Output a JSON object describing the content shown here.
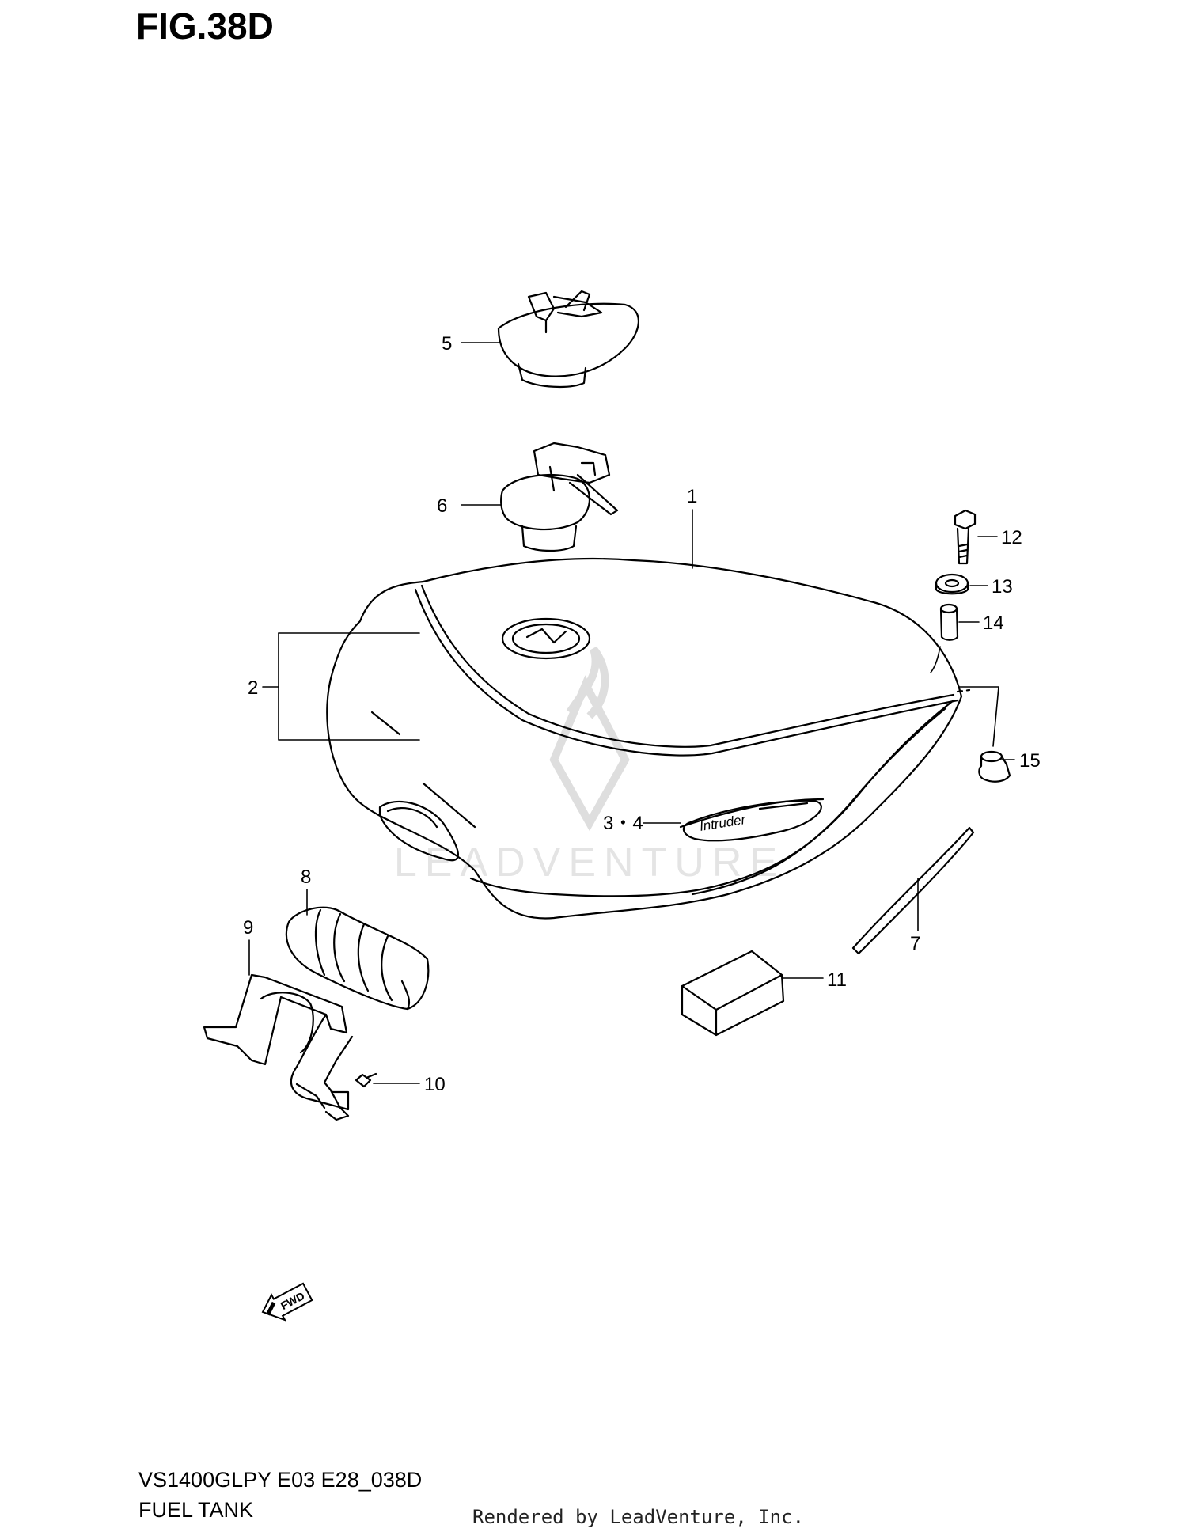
{
  "figure": {
    "title": "FIG.38D",
    "model_code": "VS1400GLPY E03 E28_038D",
    "section_name": "FUEL TANK",
    "rendered_by": "Rendered by LeadVenture, Inc.",
    "watermark": "LEADVENTURE",
    "badge_text": "Intruder",
    "fwd_label": "FWD"
  },
  "callouts": [
    {
      "id": "fuel-tank",
      "label": "1"
    },
    {
      "id": "tank-stripe",
      "label": "2"
    },
    {
      "id": "emblem",
      "label": "3・4"
    },
    {
      "id": "cap-5",
      "label": "5"
    },
    {
      "id": "cap-6",
      "label": "6"
    },
    {
      "id": "strip",
      "label": "7"
    },
    {
      "id": "cushion",
      "label": "8"
    },
    {
      "id": "bracket",
      "label": "9"
    },
    {
      "id": "screw",
      "label": "10"
    },
    {
      "id": "foam",
      "label": "11"
    },
    {
      "id": "bolt",
      "label": "12"
    },
    {
      "id": "washer",
      "label": "13"
    },
    {
      "id": "collar",
      "label": "14"
    },
    {
      "id": "damper",
      "label": "15"
    }
  ],
  "colors": {
    "line": "#000000",
    "watermark": "#d9d9d9",
    "background": "#ffffff"
  }
}
